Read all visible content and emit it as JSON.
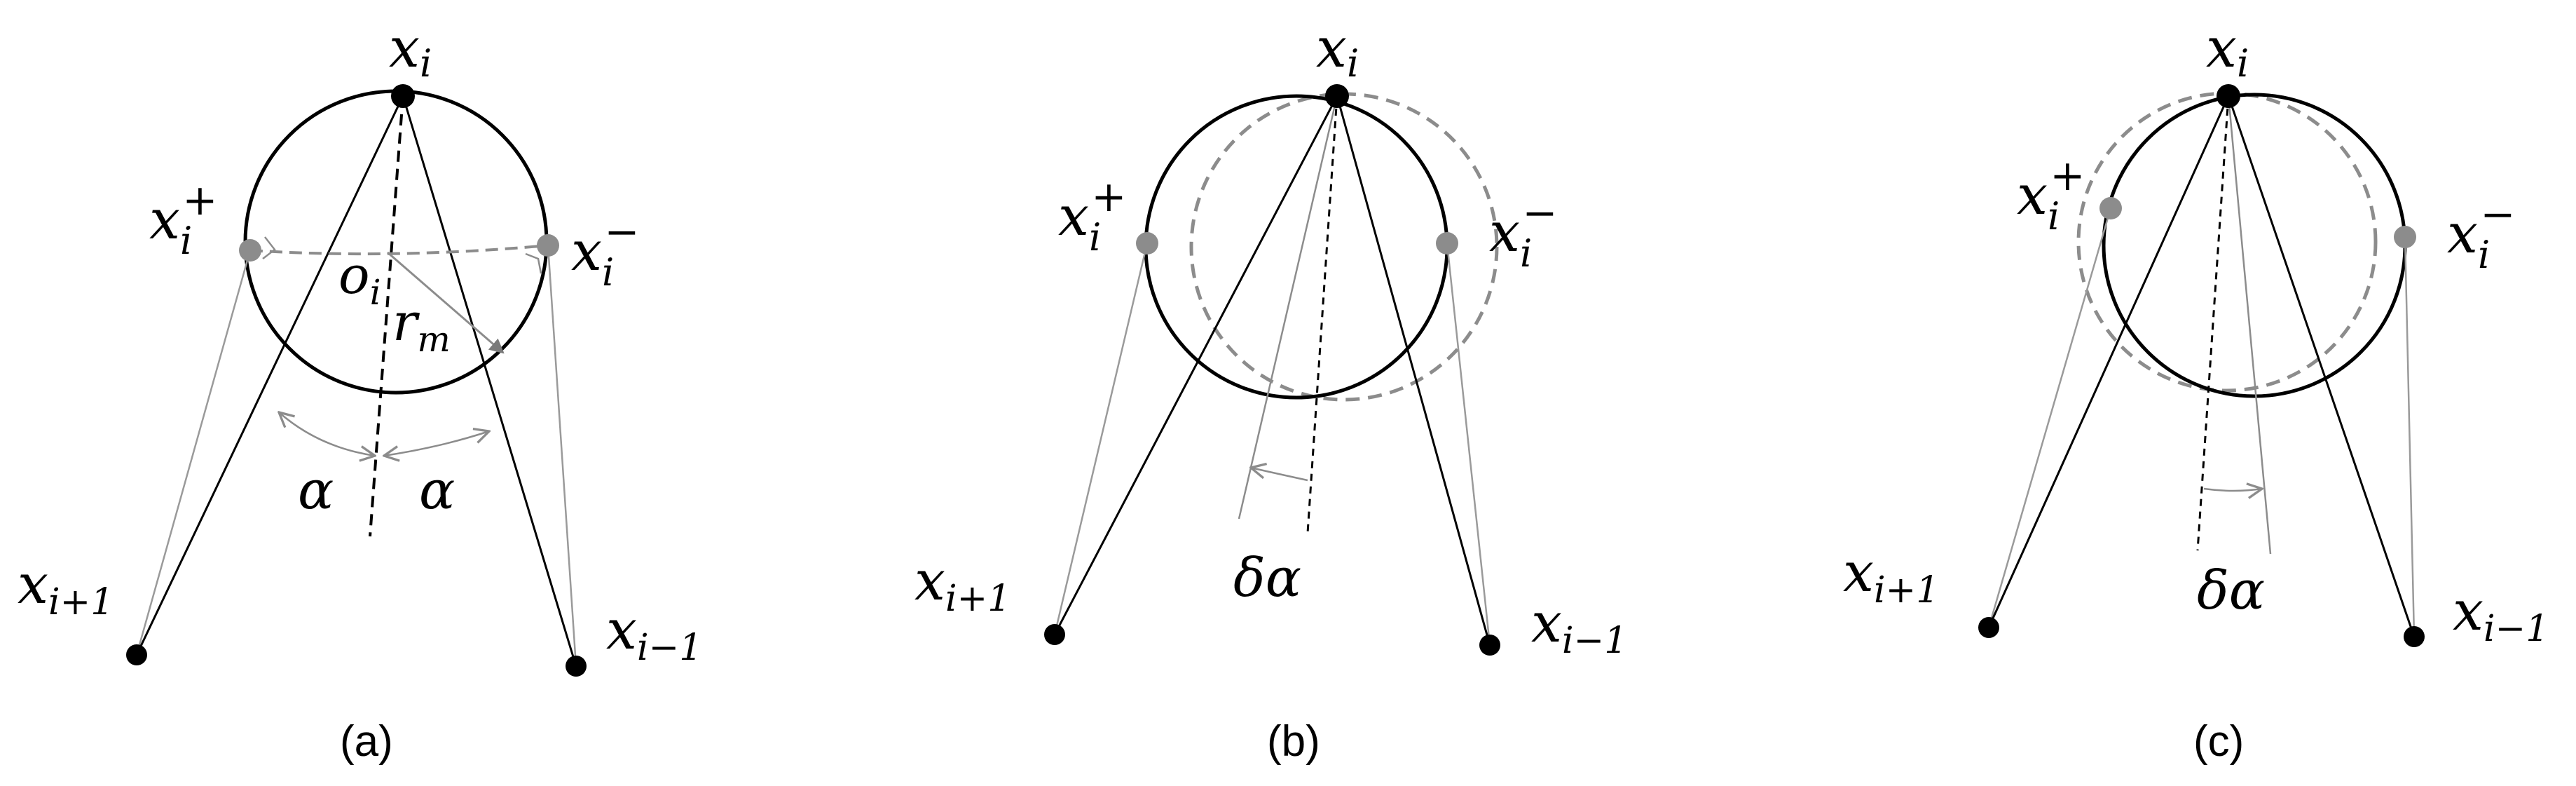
{
  "panels": [
    {
      "id": "a",
      "caption": "(a)",
      "labels": {
        "xi": "x",
        "xi_sub": "i",
        "xi_plus": "x",
        "xi_plus_sub": "i",
        "xi_plus_sup": "+",
        "xi_minus": "x",
        "xi_minus_sub": "i",
        "xi_minus_sup": "−",
        "oi": "o",
        "oi_sub": "i",
        "rm": "r",
        "rm_sub": "m",
        "alpha_left": "α",
        "alpha_right": "α",
        "xi1": "x",
        "xi1_sub": "i+1",
        "xim1": "x",
        "xim1_sub": "i−1"
      }
    },
    {
      "id": "b",
      "caption": "(b)",
      "labels": {
        "xi": "x",
        "xi_sub": "i",
        "xi_plus": "x",
        "xi_plus_sub": "i",
        "xi_plus_sup": "+",
        "xi_minus": "x",
        "xi_minus_sub": "i",
        "xi_minus_sup": "−",
        "delta_alpha": "δα",
        "xi1": "x",
        "xi1_sub": "i+1",
        "xim1": "x",
        "xim1_sub": "i−1"
      }
    },
    {
      "id": "c",
      "caption": "(c)",
      "labels": {
        "xi": "x",
        "xi_sub": "i",
        "xi_plus": "x",
        "xi_plus_sub": "i",
        "xi_plus_sup": "+",
        "xi_minus": "x",
        "xi_minus_sub": "i",
        "xi_minus_sup": "−",
        "delta_alpha": "δα",
        "xi1": "x",
        "xi1_sub": "i+1",
        "xim1": "x",
        "xim1_sub": "i−1"
      }
    }
  ],
  "colors": {
    "primary": "#000000",
    "secondary": "#8c8c8c",
    "dashed_circle": "#8c8c8c"
  }
}
